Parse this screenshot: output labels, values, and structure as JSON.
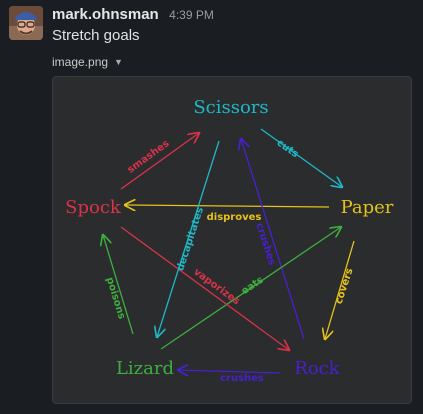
{
  "message": {
    "author": "mark.ohnsman",
    "time": "4:39 PM",
    "text": "Stretch goals",
    "file_name": "image.png"
  },
  "diagram": {
    "nodes": {
      "scissors": {
        "label": "Scissors",
        "color": "#1fb8c6"
      },
      "paper": {
        "label": "Paper",
        "color": "#e6c21a"
      },
      "rock": {
        "label": "Rock",
        "color": "#4a1fd0"
      },
      "lizard": {
        "label": "Lizard",
        "color": "#3fae3f"
      },
      "spock": {
        "label": "Spock",
        "color": "#d9334a"
      }
    },
    "edges": [
      {
        "from": "Scissors",
        "to": "Paper",
        "verb": "cuts",
        "color": "#1fb8c6"
      },
      {
        "from": "Paper",
        "to": "Spock",
        "verb": "disproves",
        "color": "#e6c21a"
      },
      {
        "from": "Paper",
        "to": "Rock",
        "verb": "covers",
        "color": "#e6c21a"
      },
      {
        "from": "Rock",
        "to": "Scissors",
        "verb": "crushes",
        "color": "#4a1fd0"
      },
      {
        "from": "Rock",
        "to": "Lizard",
        "verb": "crushes",
        "color": "#4a1fd0"
      },
      {
        "from": "Lizard",
        "to": "Spock",
        "verb": "poisons",
        "color": "#3fae3f"
      },
      {
        "from": "Lizard",
        "to": "Paper",
        "verb": "eats",
        "color": "#3fae3f"
      },
      {
        "from": "Spock",
        "to": "Scissors",
        "verb": "smashes",
        "color": "#d9334a"
      },
      {
        "from": "Spock",
        "to": "Rock",
        "verb": "vaporizes",
        "color": "#d9334a"
      },
      {
        "from": "Scissors",
        "to": "Lizard",
        "verb": "decapitates",
        "color": "#1fb8c6"
      }
    ]
  }
}
